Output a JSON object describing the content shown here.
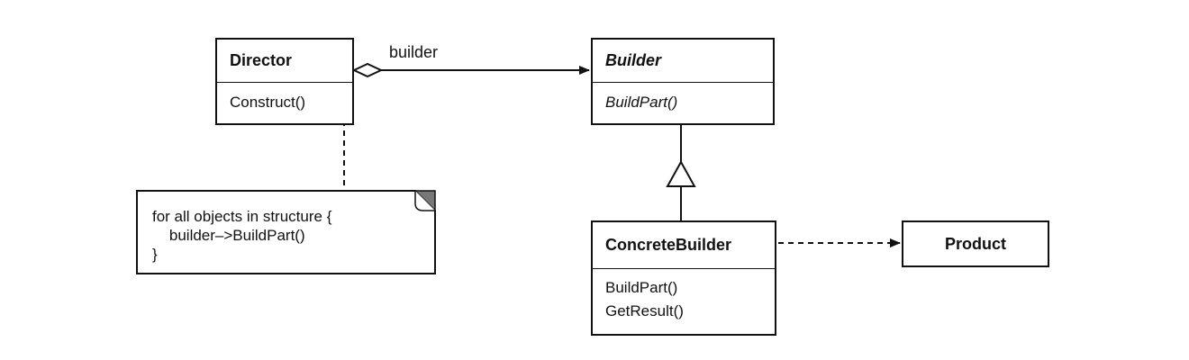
{
  "diagram": {
    "classes": {
      "director": {
        "name": "Director",
        "operations": [
          "Construct()"
        ]
      },
      "builder": {
        "name": "Builder",
        "operations": [
          "BuildPart()"
        ],
        "abstract": true
      },
      "concrete_builder": {
        "name": "ConcreteBuilder",
        "operations": [
          "BuildPart()",
          "GetResult()"
        ]
      },
      "product": {
        "name": "Product"
      }
    },
    "relations": {
      "aggregation": {
        "from": "Director",
        "to": "Builder",
        "label": "builder",
        "kind": "aggregation"
      },
      "inheritance": {
        "from": "ConcreteBuilder",
        "to": "Builder",
        "kind": "generalization"
      },
      "dependency": {
        "from": "ConcreteBuilder",
        "to": "Product",
        "kind": "dependency"
      },
      "note_link": {
        "from": "Director",
        "kind": "note-attachment"
      }
    },
    "note": {
      "lines": [
        "for all objects in structure {",
        "    builder–>BuildPart()",
        "}"
      ]
    },
    "colors": {
      "ink": "#111111",
      "background": "#ffffff",
      "note_corner": "#777777"
    }
  }
}
